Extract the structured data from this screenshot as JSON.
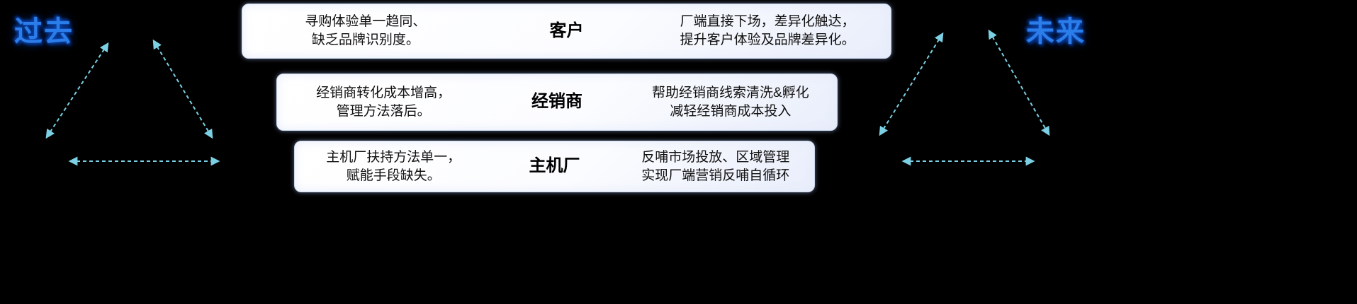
{
  "labels": {
    "past": "过去",
    "future": "未来"
  },
  "rows": [
    {
      "name": "customer",
      "left": "寻购体验单一趋同、\n缺乏品牌识别度。",
      "center": "客户",
      "right": "厂端直接下场，差异化触达，\n提升客户体验及品牌差异化。"
    },
    {
      "name": "dealer",
      "left": "经销商转化成本增高，\n管理方法落后。",
      "center": "经销商",
      "right": "帮助经销商线索清洗&孵化\n减轻经销商成本投入"
    },
    {
      "name": "oem",
      "left": "主机厂扶持方法单一，\n赋能手段缺失。",
      "center": "主机厂",
      "right": "反哺市场投放、区域管理\n实现厂端营销反哺自循环"
    }
  ],
  "colors": {
    "background": "#000000",
    "arrow": "#7bd0e3",
    "label_text": "#2b7de9",
    "label_glow": "#0a3fa8",
    "box_background": "#ffffff",
    "box_text": "#111111"
  }
}
